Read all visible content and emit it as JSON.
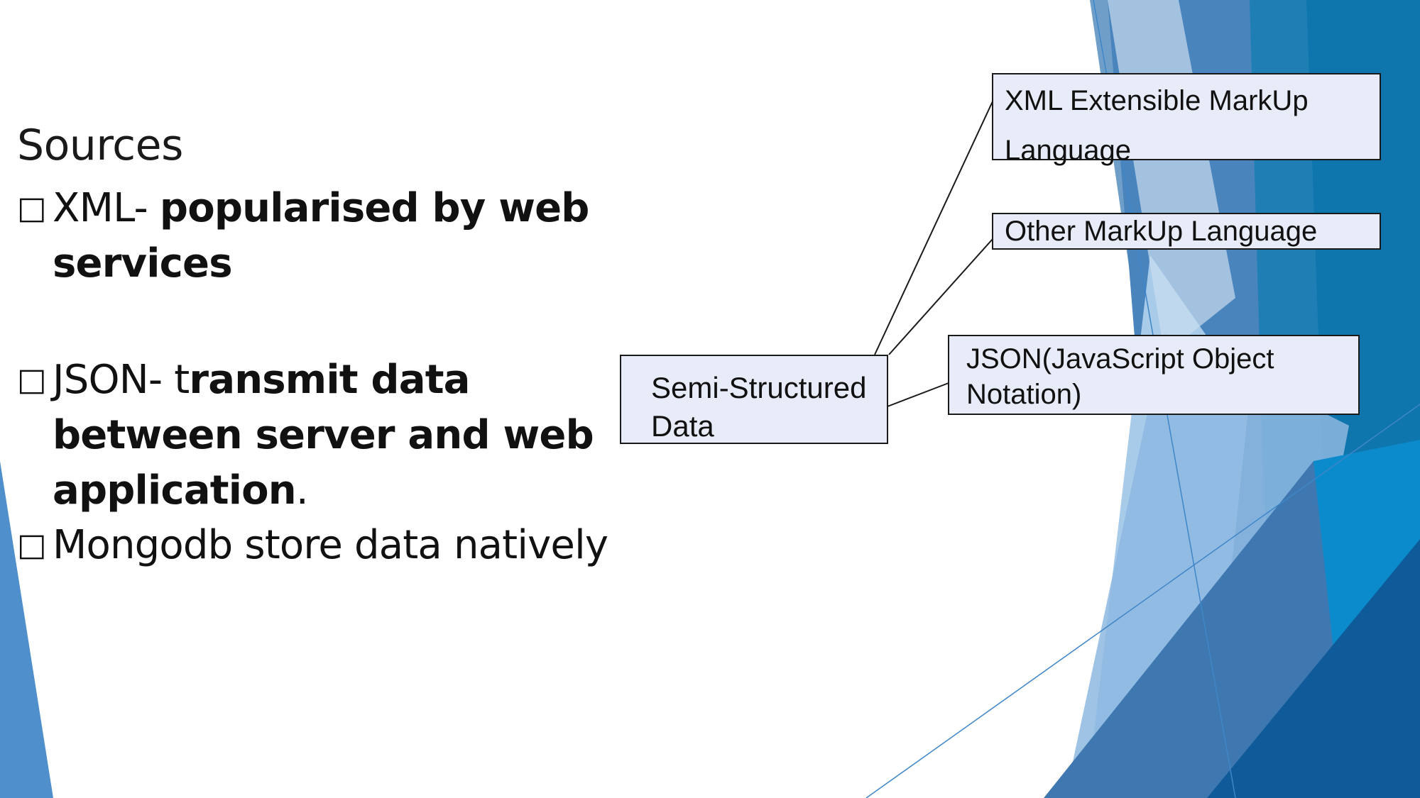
{
  "slide": {
    "heading": "Sources",
    "bullets": [
      {
        "icon": "square-bullet-icon",
        "glyph": "□",
        "plain": "XML- ",
        "bold": "popularised by web services",
        "tail": ""
      },
      {
        "icon": "square-bullet-icon",
        "glyph": "□",
        "plain": "JSON- t",
        "bold": "ransmit data between server and web application",
        "tail": "."
      },
      {
        "icon": "square-bullet-icon",
        "glyph": "□",
        "plain": "Mongodb store data natively",
        "bold": "",
        "tail": ""
      }
    ]
  },
  "diagram": {
    "root": "Semi-Structured Data",
    "children": [
      "XML Extensible MarkUp Language",
      "Other MarkUp Language",
      "JSON(JavaScript Object Notation)"
    ]
  },
  "colors": {
    "box_fill": "#e8ecf8",
    "box_border": "#1a1a1a",
    "accent_dark": "#1565a8",
    "accent_mid": "#4a8ac4",
    "accent_light": "#9cc2e6"
  }
}
